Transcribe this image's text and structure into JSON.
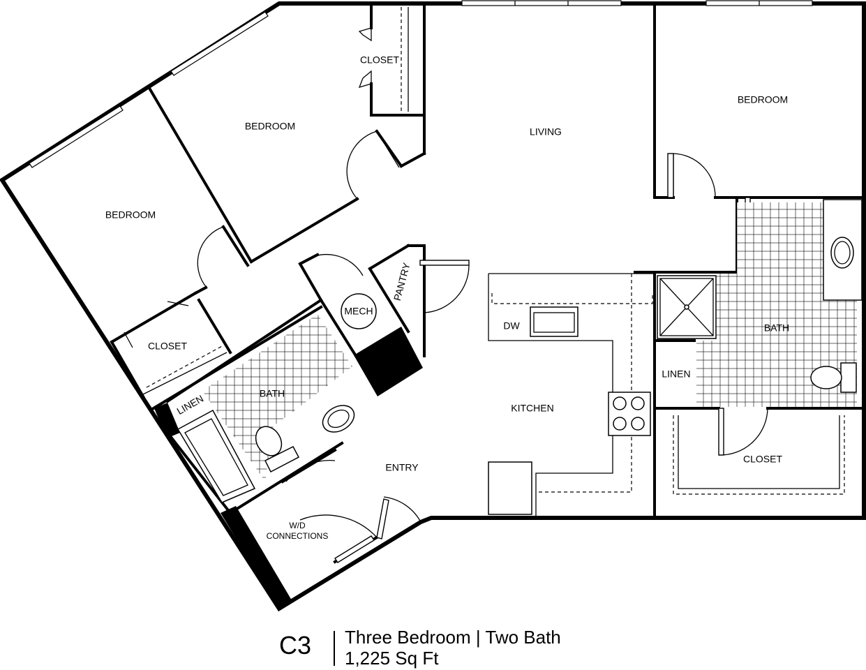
{
  "rooms": {
    "bedroom_left": "BEDROOM",
    "bedroom_middle": "BEDROOM",
    "bedroom_right": "BEDROOM",
    "living": "LIVING",
    "closet_top": "CLOSET",
    "closet_left": "CLOSET",
    "closet_right": "CLOSET",
    "bath_left": "BATH",
    "bath_right": "BATH",
    "linen_left": "LINEN",
    "linen_right": "LINEN",
    "mech": "MECH",
    "pantry": "PANTRY",
    "dw": "DW",
    "kitchen": "KITCHEN",
    "entry": "ENTRY",
    "wd_line1": "W/D",
    "wd_line2": "CONNECTIONS"
  },
  "caption": {
    "plan_code": "C3",
    "unit_type": "Three Bedroom | Two Bath",
    "square_feet": "1,225 Sq Ft"
  }
}
